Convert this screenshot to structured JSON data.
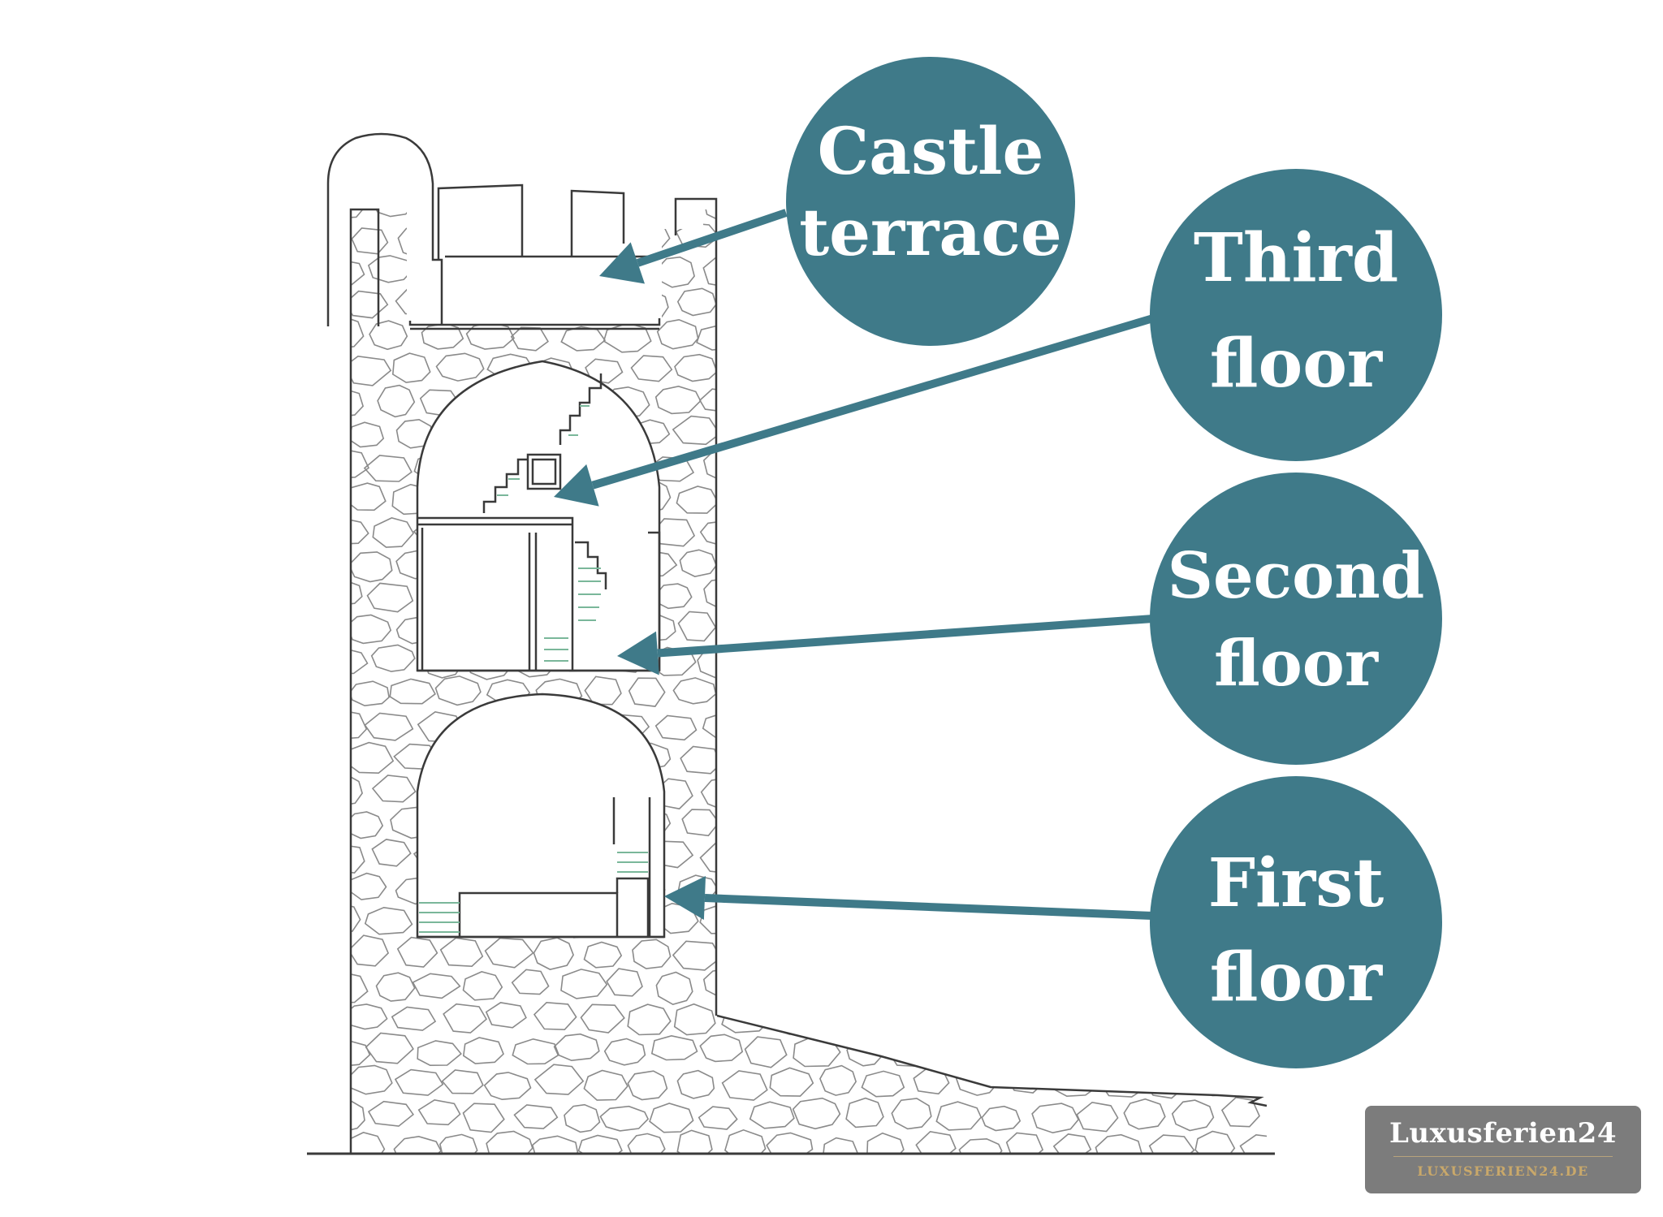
{
  "colors": {
    "accent": "#3f7a89",
    "line": "#3a3a3a",
    "stone": "#8a8a8a",
    "stair_green": "#7ab79a",
    "watermark_bg": "#7c7c7c",
    "watermark_sub": "#c9a86a"
  },
  "labels": [
    {
      "id": "castle-terrace",
      "line1": "Castle",
      "line2": "terrace"
    },
    {
      "id": "third-floor",
      "line1": "Third",
      "line2": "floor"
    },
    {
      "id": "second-floor",
      "line1": "Second",
      "line2": "floor"
    },
    {
      "id": "first-floor",
      "line1": "First",
      "line2": "floor"
    }
  ],
  "watermark": {
    "title": "Luxusferien24",
    "subtitle": "LUXUSFERIEN24.DE"
  }
}
